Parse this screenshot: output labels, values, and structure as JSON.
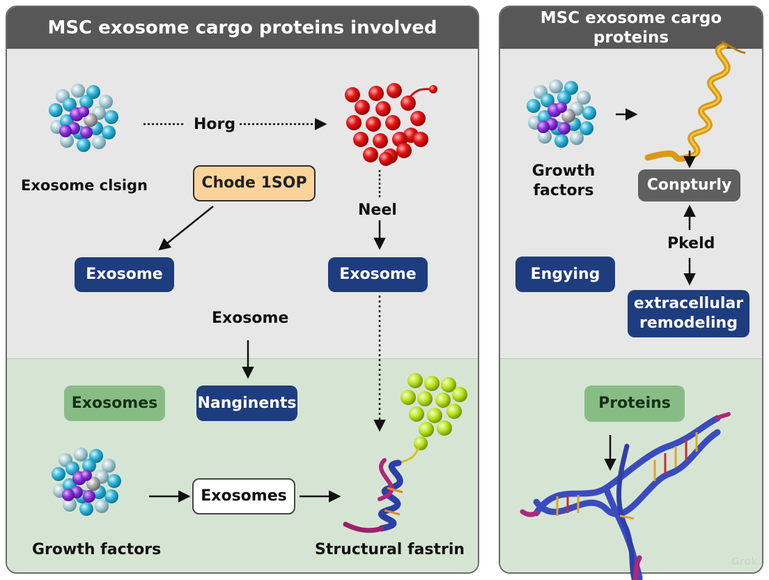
{
  "left_panel": {
    "title": "MSC exosome cargo proteins involved",
    "labels": {
      "horg": "Horg",
      "exosome_design": "Exosome clsign",
      "neel": "Neel",
      "exosome_mid": "Exosome",
      "growth_factors": "Growth factors",
      "structural": "Structural fastrin"
    },
    "boxes": {
      "chode": "Chode 1SOP",
      "exosome_left": "Exosome",
      "exosome_right": "Exosome",
      "exosomes_green": "Exosomes",
      "nanginents": "Nanginents",
      "exosomes_white": "Exosomes"
    }
  },
  "right_panel": {
    "title": "MSC exosome cargo proteins",
    "labels": {
      "growth_factors": "Growth factors",
      "pkeld": "Pkeld"
    },
    "boxes": {
      "conpturly": "Conpturly",
      "engying": "Engying",
      "remodeling": "extracellular remodeling",
      "proteins": "Proteins"
    }
  },
  "watermark": "Grok",
  "colors": {
    "header": "#575757",
    "top_zone": "#e7e7e7",
    "bottom_zone": "#d6e5d3",
    "blue_box": "#1e3d7f",
    "green_box": "#87bd85",
    "orange_box": "#fcd49a",
    "gray_box": "#5f5f5f"
  },
  "icons": [
    "exosome-cluster-icon",
    "red-sphere-cluster-icon",
    "green-sphere-cluster-icon",
    "protein-helix-icon",
    "dna-helix-icon",
    "arrow-icon"
  ]
}
